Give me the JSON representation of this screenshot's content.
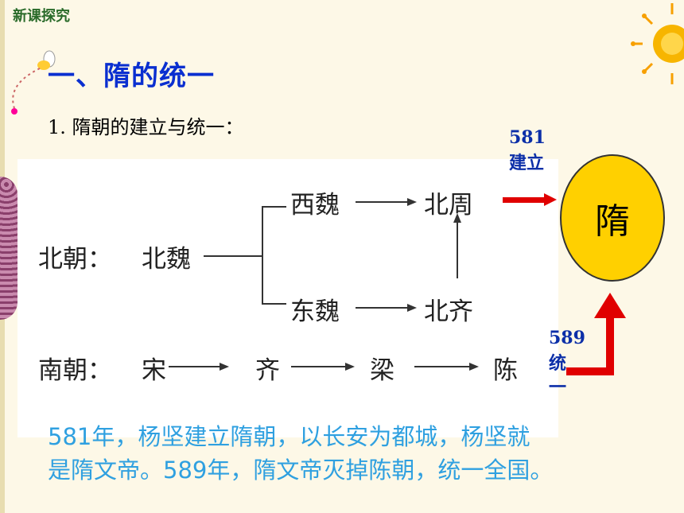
{
  "header": {
    "section_tag": "新课探究",
    "title": "一、隋的统一",
    "subtitle": "1. 隋朝的建立与统一："
  },
  "diagram": {
    "northern_label": "北朝：",
    "beiwei": "北魏",
    "xiwei": "西魏",
    "beizhou": "北周",
    "dongwei": "东魏",
    "beiqi": "北齐",
    "southern_label": "南朝：",
    "song": "宋",
    "qi": "齐",
    "liang": "梁",
    "chen": "陈",
    "sui": "隋",
    "founding_year": "581",
    "founding_word": "建立",
    "unify_year": "589",
    "unify_word_1": "统",
    "unify_word_2": "一",
    "colors": {
      "red_arrow": "#e00000",
      "circle": "#ffd000",
      "title": "#0a2fd0",
      "body_text": "#2fa0e0"
    }
  },
  "body": {
    "line1": "581年，杨坚建立隋朝，以长安为都城，杨坚就",
    "line2": "是隋文帝。589年，隋文帝灭掉陈朝，统一全国。"
  },
  "icons": [
    "sun-icon",
    "bee-icon",
    "flower-icon"
  ]
}
